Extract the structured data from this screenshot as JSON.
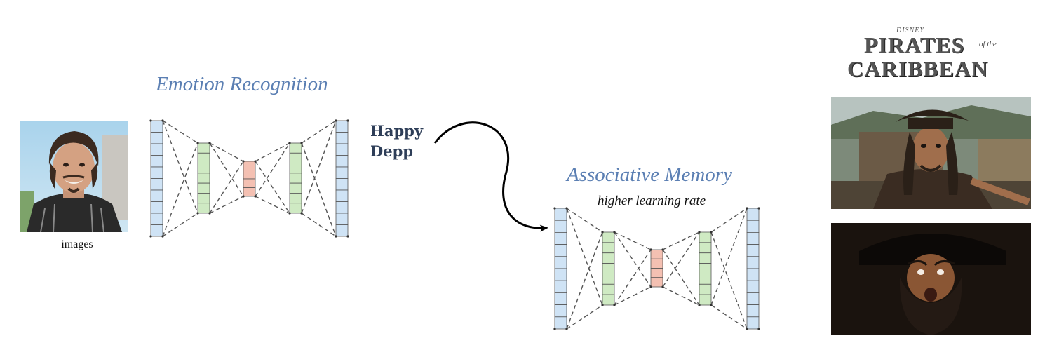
{
  "left_photo": {
    "caption": "images"
  },
  "emotion_network": {
    "title": "Emotion Recognition"
  },
  "output_label": {
    "line1": "Happy",
    "line2": "Depp"
  },
  "memory_network": {
    "title": "Associative Memory",
    "note": "higher learning rate"
  },
  "logo": {
    "brand": "DISNEY",
    "line1": "PIRATES",
    "of": "of the",
    "line2": "CARIBBEAN"
  },
  "colors": {
    "blue_layer": "#cfe3f5",
    "green_layer": "#cfeac3",
    "red_layer": "#f4c0b2",
    "title_blue": "#5b7fb3",
    "label_navy": "#2e3e58"
  }
}
